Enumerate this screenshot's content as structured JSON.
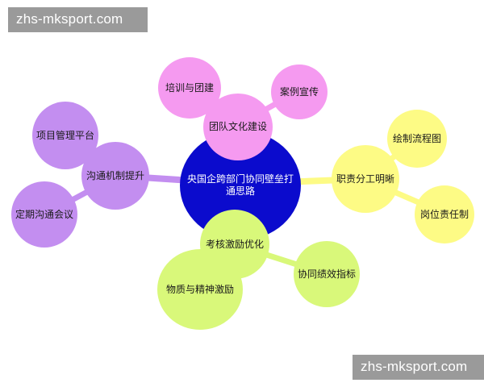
{
  "watermark": {
    "top": "zhs-mksport.com",
    "bottom": "zhs-mksport.com"
  },
  "colors": {
    "center": "#0b0bcd",
    "pink": "#f59af0",
    "purple": "#c38ef0",
    "yellow": "#fdfb85",
    "green": "#d9f87a",
    "watermark_bg": "#9a9a9a"
  },
  "mindmap": {
    "center": "央国企跨部门协同壁垒打通思路",
    "branches": [
      {
        "label": "团队文化建设",
        "children": [
          "培训与团建",
          "案例宣传"
        ]
      },
      {
        "label": "沟通机制提升",
        "children": [
          "项目管理平台",
          "定期沟通会议"
        ]
      },
      {
        "label": "职责分工明晰",
        "children": [
          "绘制流程图",
          "岗位责任制"
        ]
      },
      {
        "label": "考核激励优化",
        "children": [
          "物质与精神激励",
          "协同绩效指标"
        ]
      }
    ]
  }
}
